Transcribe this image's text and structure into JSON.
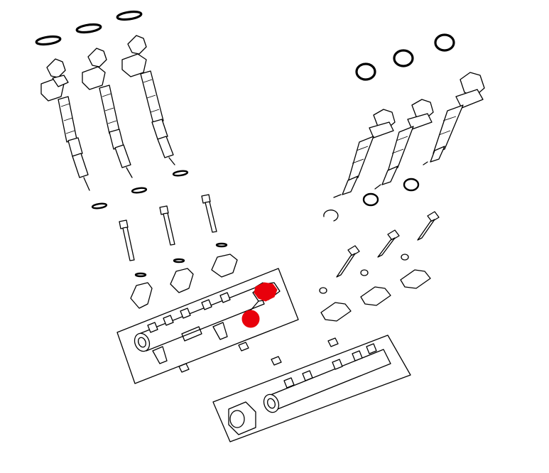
{
  "diagram": {
    "highlight_color": "#e8000b",
    "line_color": "#000000",
    "background_color": "#ffffff",
    "highlighted_part": "fuel-pressure-sensor",
    "injector_count_left": 3,
    "injector_count_right": 3
  }
}
